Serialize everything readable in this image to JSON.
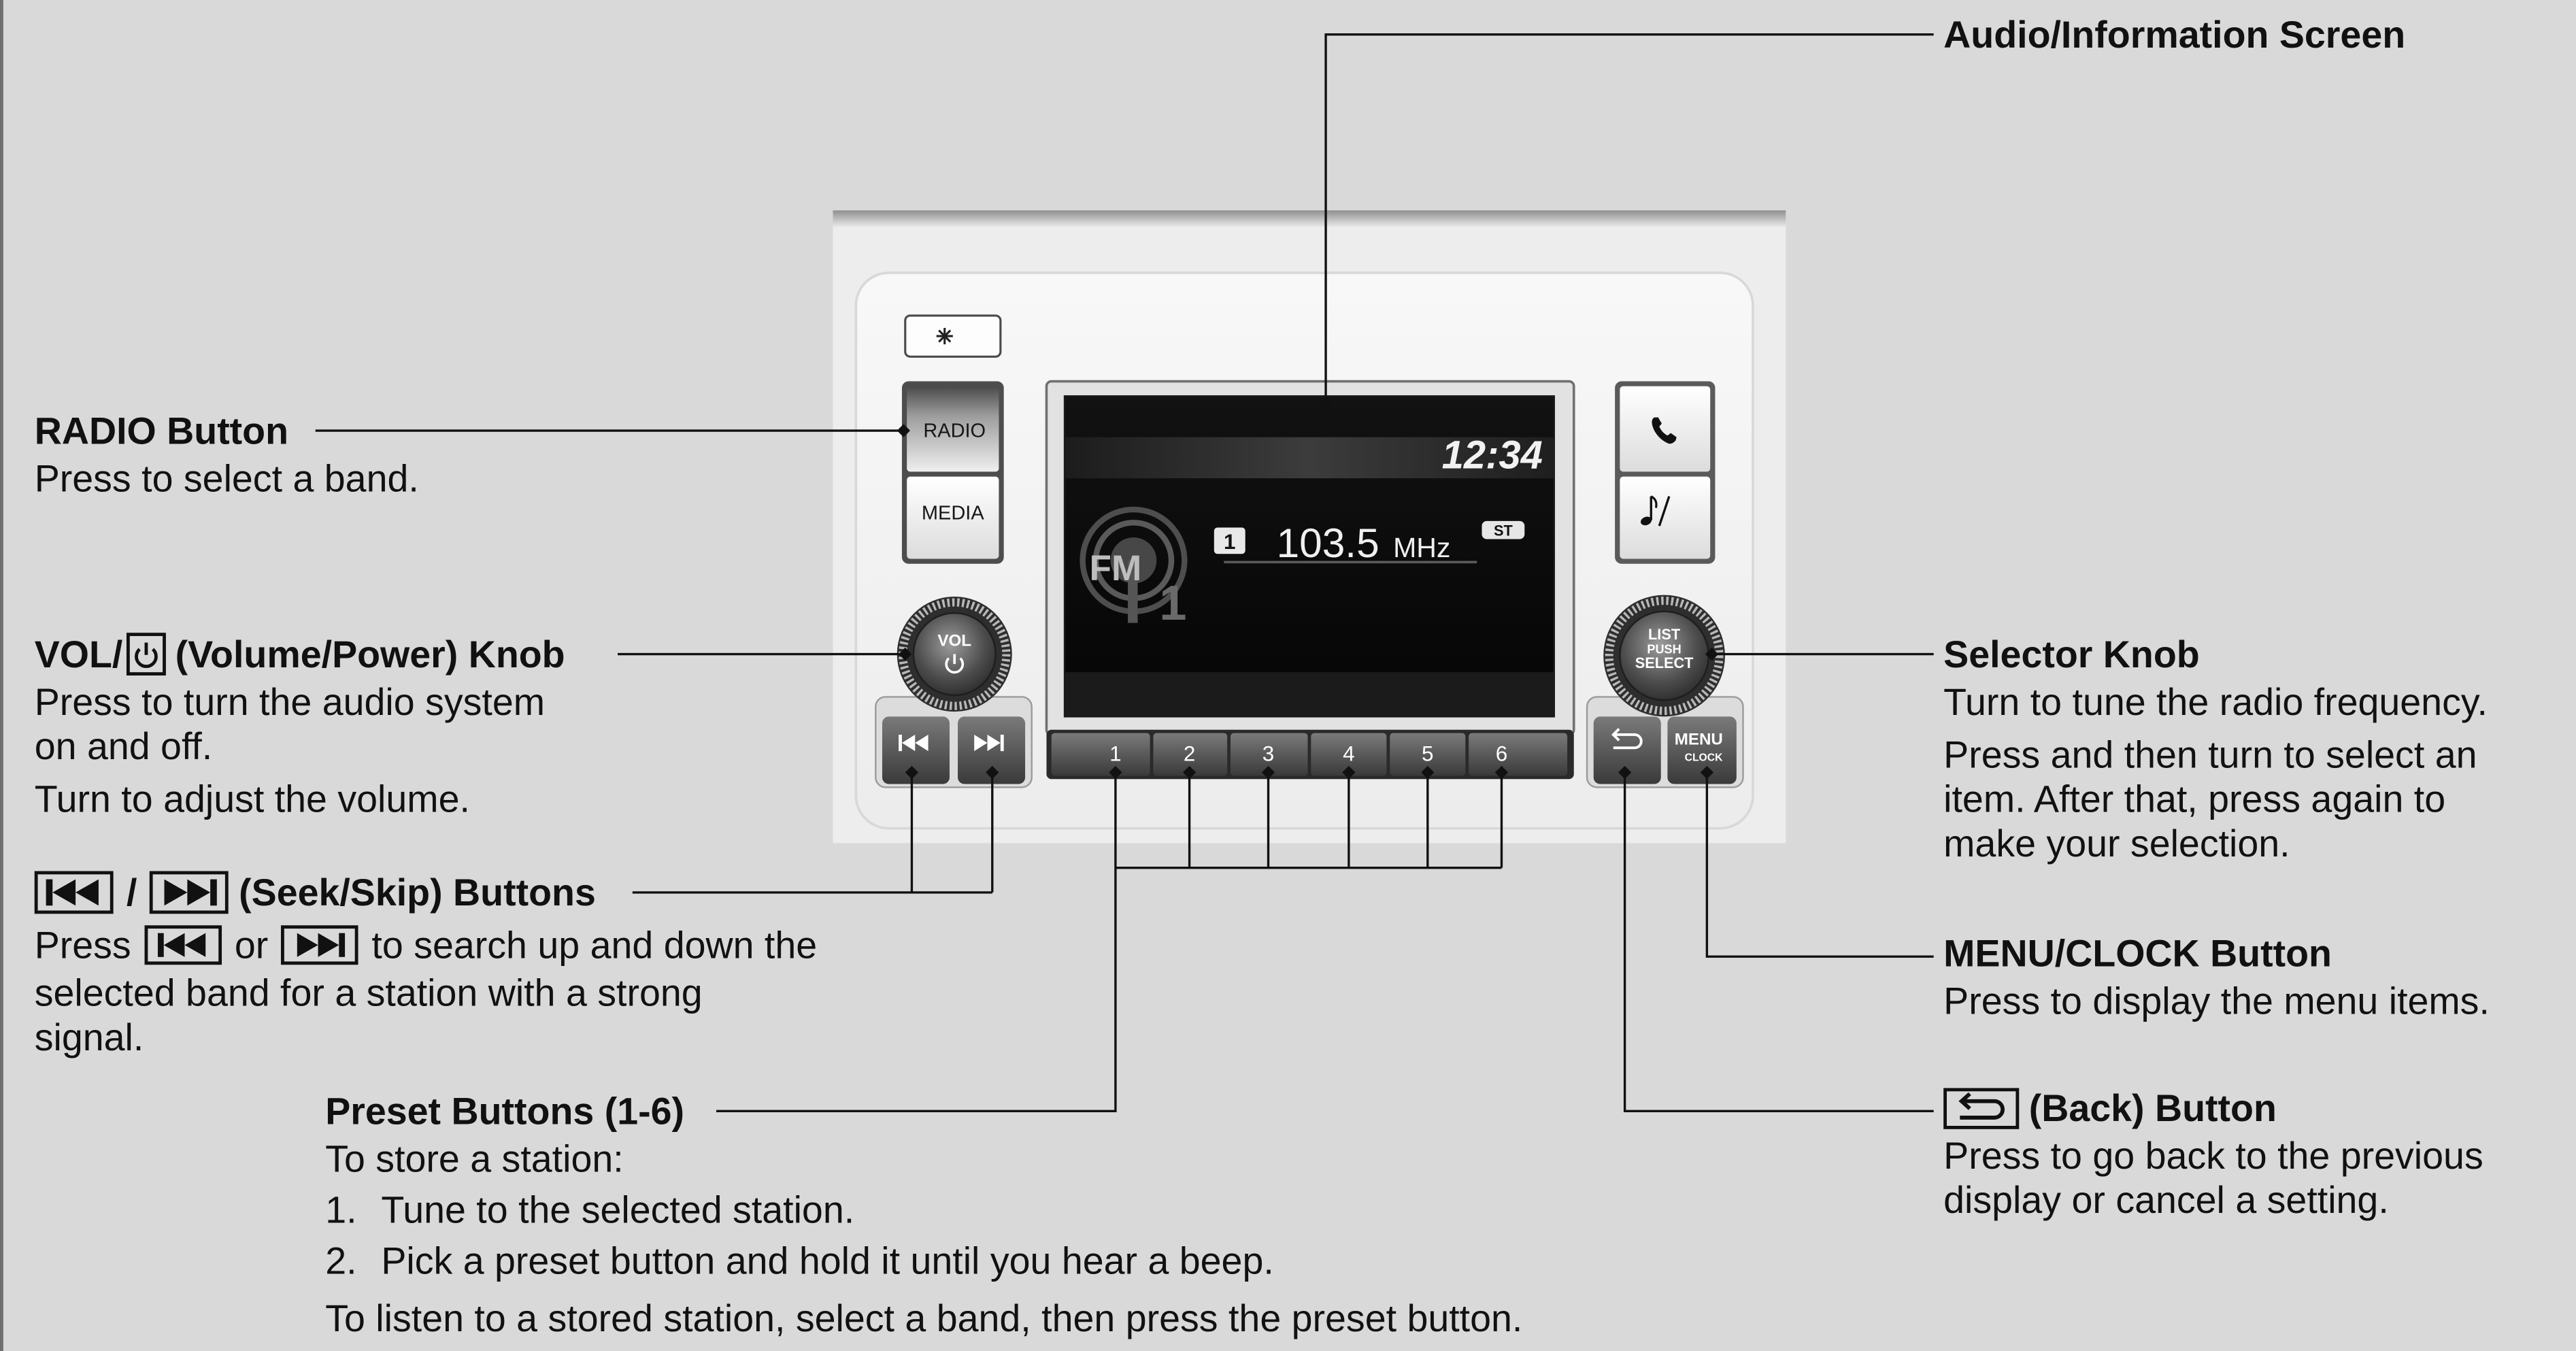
{
  "colors": {
    "background": "#d9d9da",
    "text": "#111111",
    "leader_line": "#111111",
    "faceplate": "#eeeeee",
    "display": "#0a0a0a",
    "display_text": "#f2f2f2",
    "button_dark": "#4a4a4a"
  },
  "icons": {
    "day_night": "day-night-icon",
    "phone": "phone-icon",
    "music": "music-icon",
    "power": "power-icon",
    "seek_down": "seek-down-icon",
    "seek_up": "seek-up-icon",
    "back": "back-icon",
    "fm_band": "fm-band-icon"
  },
  "device": {
    "radio_label": "RADIO",
    "media_label": "MEDIA",
    "vol_label": "VOL",
    "selector_lines": [
      "LIST",
      "PUSH",
      "SELECT"
    ],
    "menu_label": "MENU",
    "clock_label": "CLOCK",
    "presets": [
      "1",
      "2",
      "3",
      "4",
      "5",
      "6"
    ],
    "screen": {
      "clock": "12:34",
      "band": "FM",
      "band_number": "1",
      "preset_number": "1",
      "frequency": "103.5",
      "unit": "MHz",
      "stereo": "ST"
    }
  },
  "callouts": {
    "audio_screen": {
      "title": "Audio/Information Screen"
    },
    "radio_button": {
      "title": "RADIO Button",
      "lines": [
        "Press to select a band."
      ]
    },
    "vol_knob": {
      "title_prefix": "VOL/",
      "title_suffix": "(Volume/Power) Knob",
      "lines": [
        "Press to turn the audio system",
        "on and off.",
        "Turn to adjust the volume."
      ]
    },
    "seek_skip": {
      "separator": "/",
      "title": "(Seek/Skip) Buttons",
      "line1": {
        "prefix": "Press",
        "middle": "or",
        "suffix": "to search up and down the"
      },
      "lines": [
        "selected band for a station with a strong",
        "signal."
      ]
    },
    "presets": {
      "title": "Preset Buttons (1-6)",
      "intro": "To store a station:",
      "steps": [
        {
          "marker": "1.",
          "text": "Tune to the selected station."
        },
        {
          "marker": "2.",
          "text": "Pick a preset button and hold it until you hear a beep."
        }
      ],
      "footer": "To listen to a stored station, select a band, then press the preset button."
    },
    "selector_knob": {
      "title": "Selector Knob",
      "lines": [
        "Turn to tune the radio frequency.",
        "Press and then turn to select an",
        "item. After that, press again to",
        "make your selection."
      ]
    },
    "menu_clock": {
      "title": "MENU/CLOCK Button",
      "lines": [
        "Press to display the menu items."
      ]
    },
    "back_button": {
      "title": "(Back) Button",
      "lines": [
        "Press to go back to the previous",
        "display or cancel a setting."
      ]
    }
  }
}
